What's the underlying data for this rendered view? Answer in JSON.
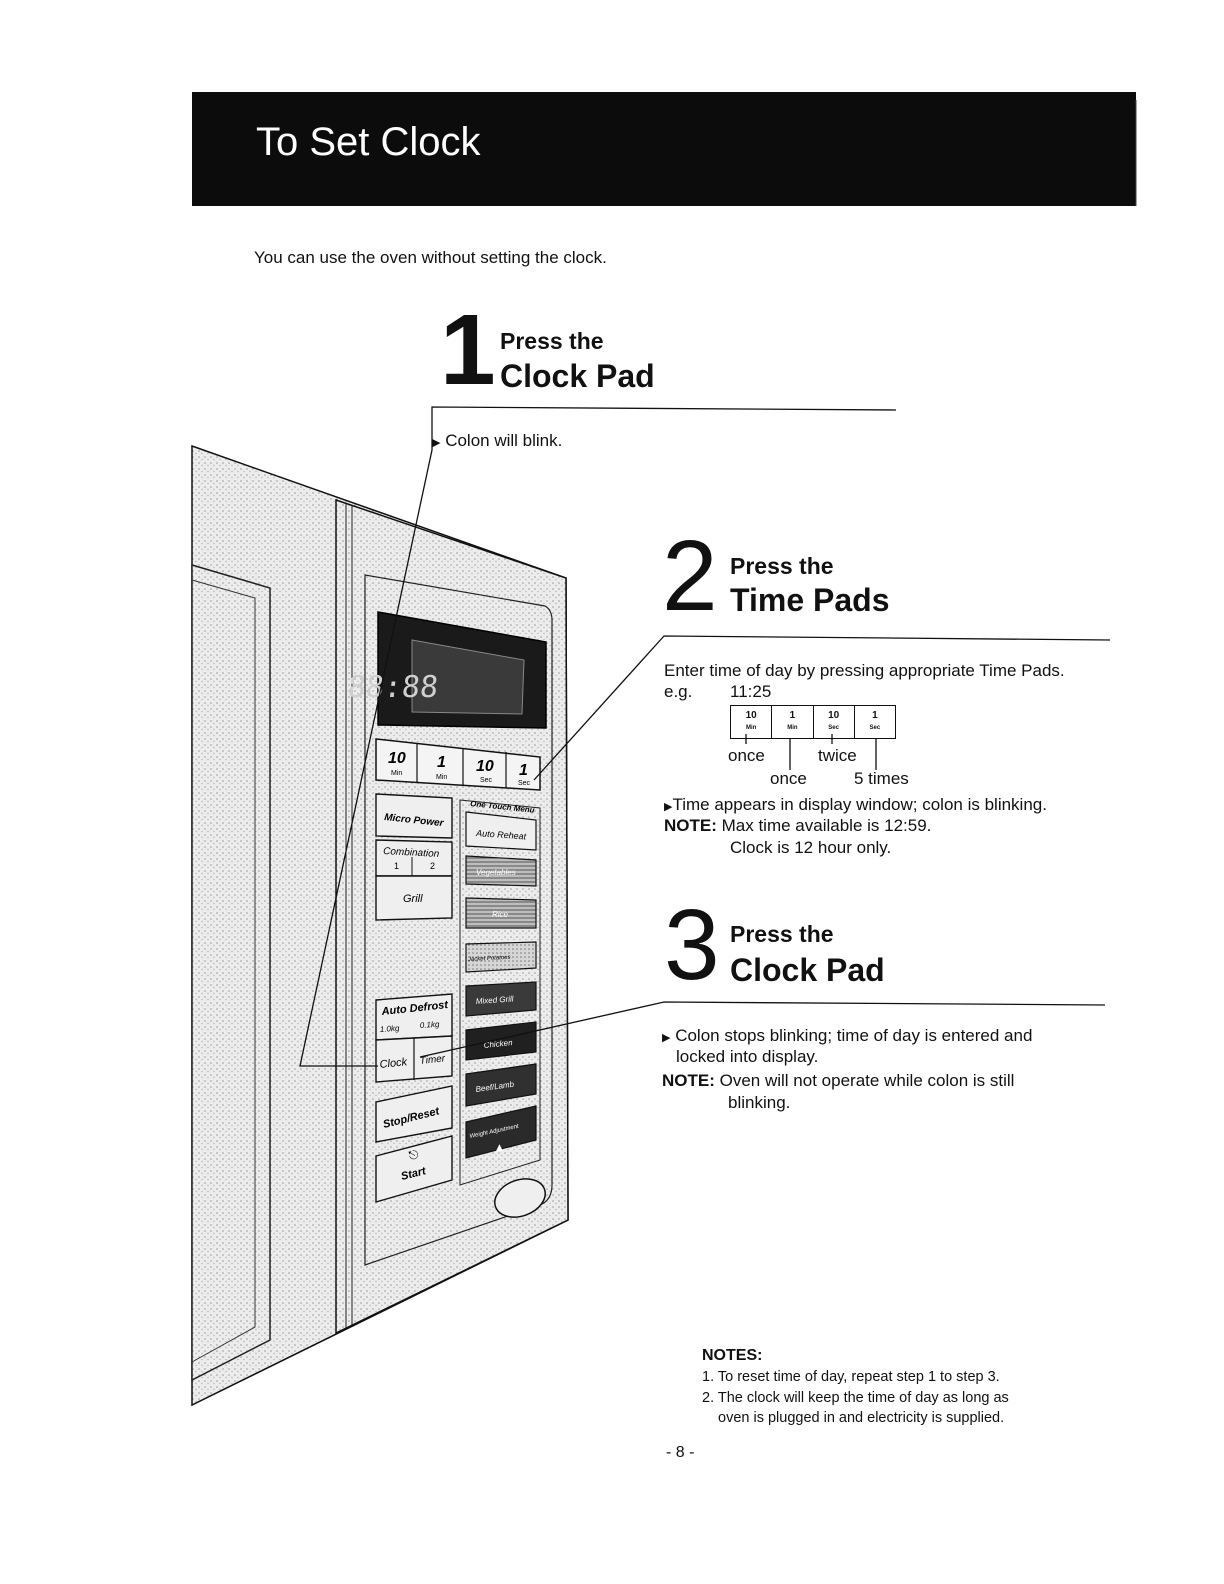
{
  "header": {
    "title": "To Set Clock"
  },
  "intro": "You can use the oven without setting the clock.",
  "step1": {
    "number": "1",
    "press": "Press the",
    "pad": "Clock Pad",
    "bullet": "Colon will blink."
  },
  "step2": {
    "number": "2",
    "press": "Press the",
    "pad": "Time Pads",
    "instruction": "Enter time of day by pressing appropriate Time Pads.",
    "eg_label": "e.g.",
    "eg_value": "11:25",
    "mini_pads": [
      {
        "value": "10",
        "unit": "Min"
      },
      {
        "value": "1",
        "unit": "Min"
      },
      {
        "value": "10",
        "unit": "Sec"
      },
      {
        "value": "1",
        "unit": "Sec"
      }
    ],
    "counts": [
      "once",
      "once",
      "twice",
      "5 times"
    ],
    "bullet": "Time appears in display window; colon is blinking.",
    "note_label": "NOTE:",
    "note_1": "Max time available is 12:59.",
    "note_2": "Clock is 12 hour only."
  },
  "step3": {
    "number": "3",
    "press": "Press the",
    "pad": "Clock Pad",
    "bullet_1": "Colon stops blinking; time of day is entered and",
    "bullet_2": "locked into display.",
    "note_label": "NOTE:",
    "note_1": "Oven will not operate while colon is still",
    "note_2": "blinking."
  },
  "panel": {
    "time_pads": [
      {
        "value": "10",
        "unit": "Min"
      },
      {
        "value": "1",
        "unit": "Min"
      },
      {
        "value": "10",
        "unit": "Sec"
      },
      {
        "value": "1",
        "unit": "Sec"
      }
    ],
    "one_touch_label": "One Touch Menu",
    "left_buttons": {
      "micro_power": "Micro Power",
      "combination": "Combination",
      "combo_1": "1",
      "combo_2": "2",
      "grill": "Grill",
      "auto_defrost": "Auto Defrost",
      "defrost_kg1": "1.0kg",
      "defrost_kg2": "0.1kg",
      "clock": "Clock",
      "timer": "Timer",
      "stop_reset": "Stop/Reset",
      "start": "Start"
    },
    "right_buttons": [
      "Auto Reheat",
      "Vegetables",
      "Rice",
      "Jacket Potatoes",
      "Mixed Grill",
      "Chicken",
      "Beef/Lamb",
      "Weight Adjustment"
    ]
  },
  "notes": {
    "title": "NOTES:",
    "line_1": "1. To reset time of day, repeat step 1 to step 3.",
    "line_2": "2. The clock will keep the time of day as long as",
    "line_2b": "oven is plugged in and electricity is supplied."
  },
  "page_number": "- 8 -"
}
